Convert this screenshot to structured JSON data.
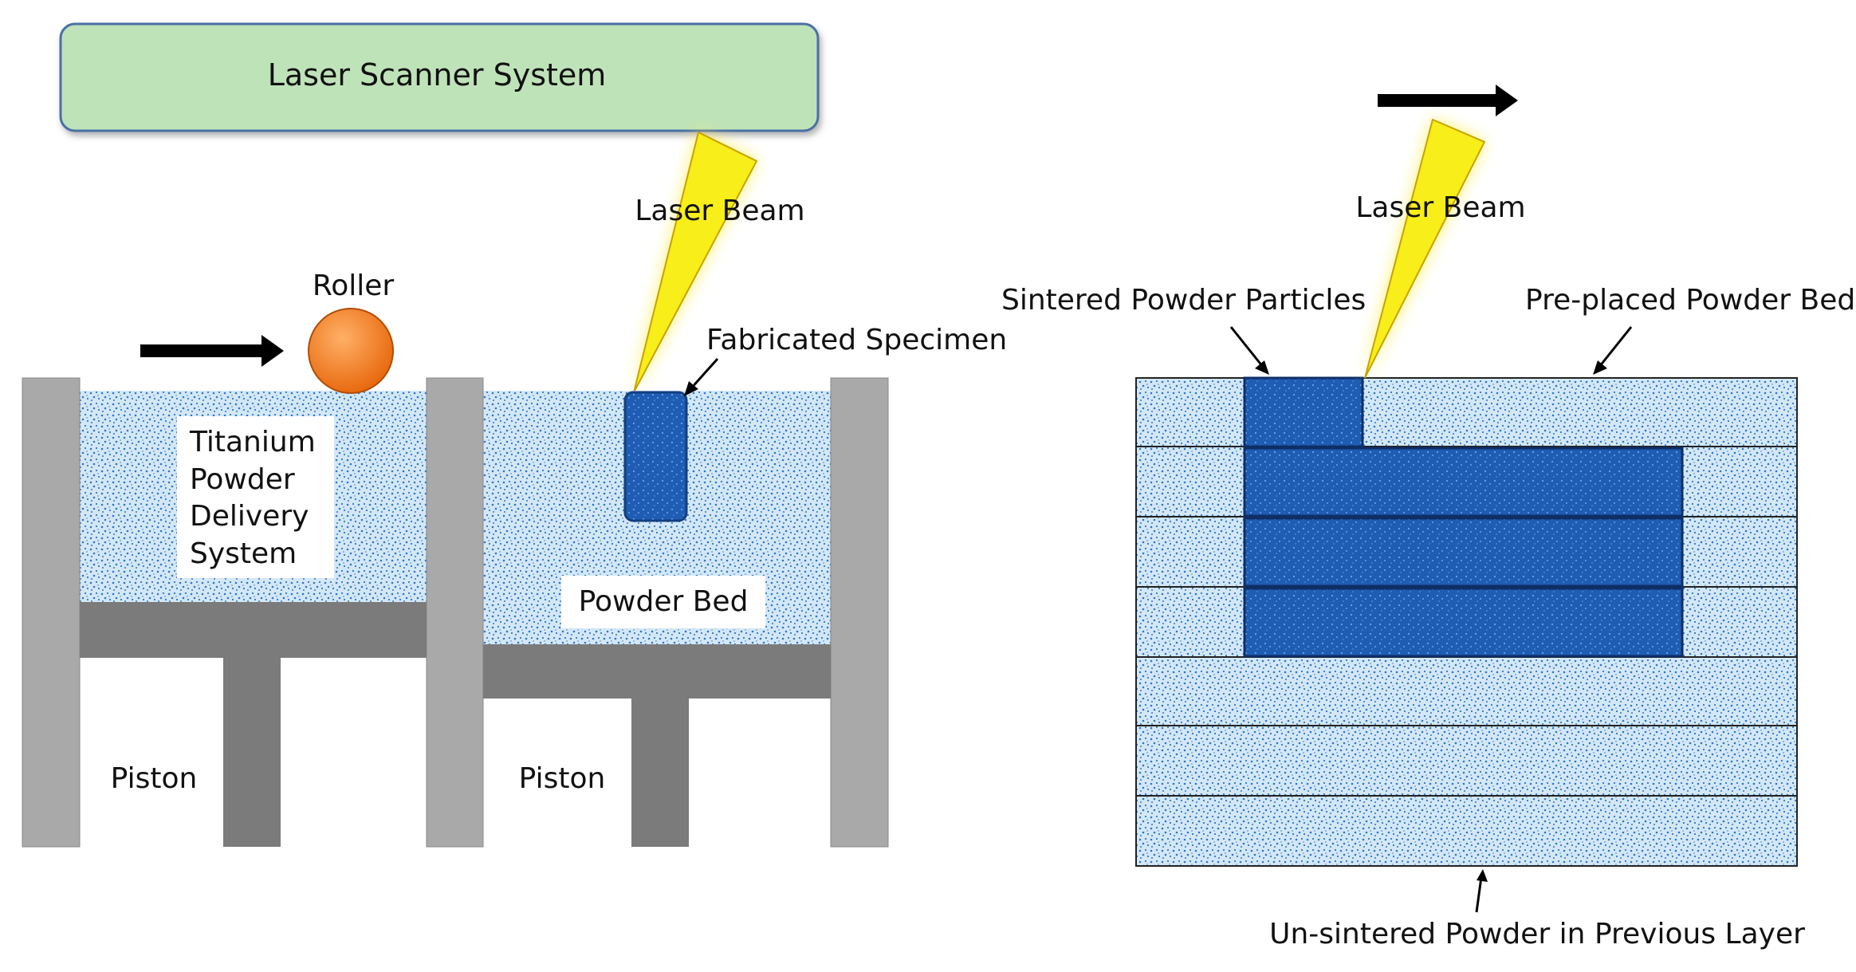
{
  "scanner": {
    "label": "Laser Scanner System"
  },
  "left": {
    "laser_beam": "Laser Beam",
    "roller": "Roller",
    "fabricated_specimen": "Fabricated Specimen",
    "delivery_system": [
      "Titanium",
      "Powder",
      "Delivery",
      "System"
    ],
    "powder_bed": "Powder Bed",
    "piston_left": "Piston",
    "piston_right": "Piston"
  },
  "right": {
    "laser_beam": "Laser Beam",
    "sintered": "Sintered Powder Particles",
    "pre_placed": "Pre-placed Powder Bed",
    "unsintered": "Un-sintered Powder in Previous Layer"
  },
  "colors": {
    "scanner_fill": "#bfe3b8",
    "scanner_stroke": "#4b6fa6",
    "powder_light": "#cfe4f5",
    "powder_dot": "#2a77c4",
    "sintered": "#1f5cb3",
    "wall": "#a9a9a9",
    "piston": "#7b7b7b",
    "beam": "#f7ee1a",
    "roller": "#f08228"
  }
}
